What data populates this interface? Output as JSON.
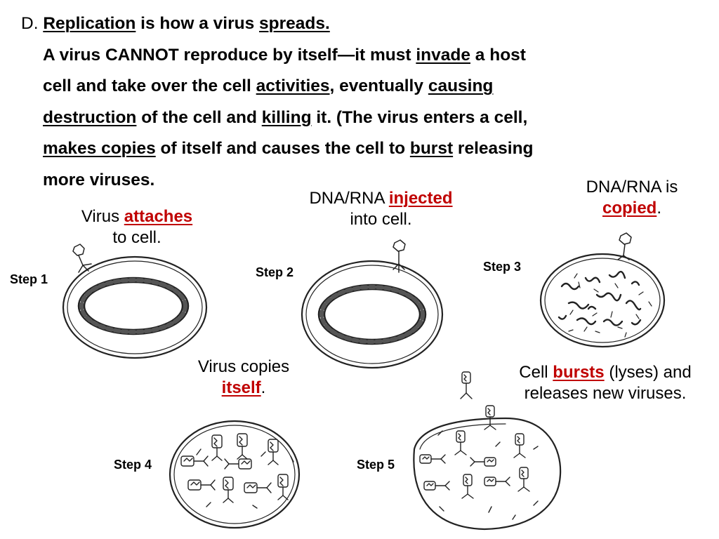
{
  "heading": {
    "letter": "D.",
    "line1": {
      "t1": "Replication",
      "t2": " is how a virus ",
      "t3": "spreads."
    },
    "line2": {
      "t1": "A virus CANNOT reproduce by itself—it must ",
      "t2": "invade",
      "t3": " a host"
    },
    "line3": {
      "t1": "cell and take over the cell ",
      "t2": "activities",
      "t3": ", eventually ",
      "t4": "causing"
    },
    "line4": {
      "t1": "destruction",
      "t2": " of the cell and ",
      "t3": "killing",
      "t4": " it. (The virus enters a cell,"
    },
    "line5": {
      "t1": "makes copies",
      "t2": " of itself and causes the cell to ",
      "t3": "burst",
      "t4": " releasing"
    },
    "line6": {
      "t1": "more viruses."
    }
  },
  "captions": {
    "step1": {
      "pre": "Virus ",
      "key": "attaches",
      "post": "to cell."
    },
    "step2": {
      "pre": "DNA/RNA ",
      "key": "injected",
      "post": "into cell."
    },
    "step3": {
      "pre": "DNA/RNA is",
      "key": "copied",
      "post": "."
    },
    "step4": {
      "pre": "Virus copies",
      "key": "itself",
      "post": "."
    },
    "step5": {
      "pre": "Cell ",
      "key": "bursts",
      "post": " (lyses) and",
      "line2": "releases new viruses."
    }
  },
  "steps": {
    "step1": "Step 1",
    "step2": "Step 2",
    "step3": "Step 3",
    "step4": "Step 4",
    "step5": "Step 5"
  },
  "colors": {
    "accent": "#c00000"
  }
}
